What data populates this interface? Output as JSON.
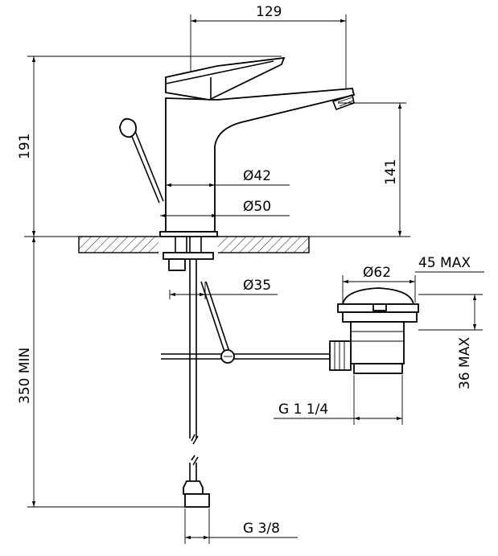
{
  "dimensions": {
    "width_top": "129",
    "height_total": "191",
    "spout_height": "141",
    "body_diameter": "Ø42",
    "base_diameter": "Ø50",
    "hole_diameter": "Ø35",
    "waste_diameter": "Ø62",
    "waste_max": "45 MAX",
    "waste_height_max": "36 MAX",
    "below_min": "350 MIN",
    "waste_thread": "G 1 1/4",
    "inlet_thread": "G 3/8"
  }
}
